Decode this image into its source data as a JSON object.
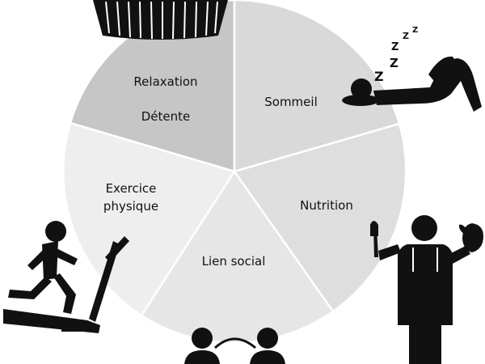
{
  "diagram": {
    "segments": [
      {
        "id": "relaxation",
        "lines": [
          "Relaxation",
          "Détente"
        ],
        "color": "#c6c6c6"
      },
      {
        "id": "sommeil",
        "lines": [
          "Sommeil"
        ],
        "color": "#d9d9d9"
      },
      {
        "id": "nutrition",
        "lines": [
          "Nutrition"
        ],
        "color": "#dedede"
      },
      {
        "id": "lien-social",
        "lines": [
          "Lien social"
        ],
        "color": "#e6e6e6"
      },
      {
        "id": "exercice",
        "lines": [
          "Exercice",
          "physique"
        ],
        "color": "#eeeeee"
      }
    ],
    "icons": [
      {
        "id": "hot-tub",
        "name": "hot-tub-icon"
      },
      {
        "id": "sleep",
        "name": "sleeping-person-icon",
        "zzz": [
          "Z",
          "Z",
          "Z",
          "Z",
          "Z"
        ]
      },
      {
        "id": "chef",
        "name": "chef-icon"
      },
      {
        "id": "social",
        "name": "two-people-talking-icon"
      },
      {
        "id": "treadmill",
        "name": "treadmill-runner-icon"
      }
    ]
  }
}
